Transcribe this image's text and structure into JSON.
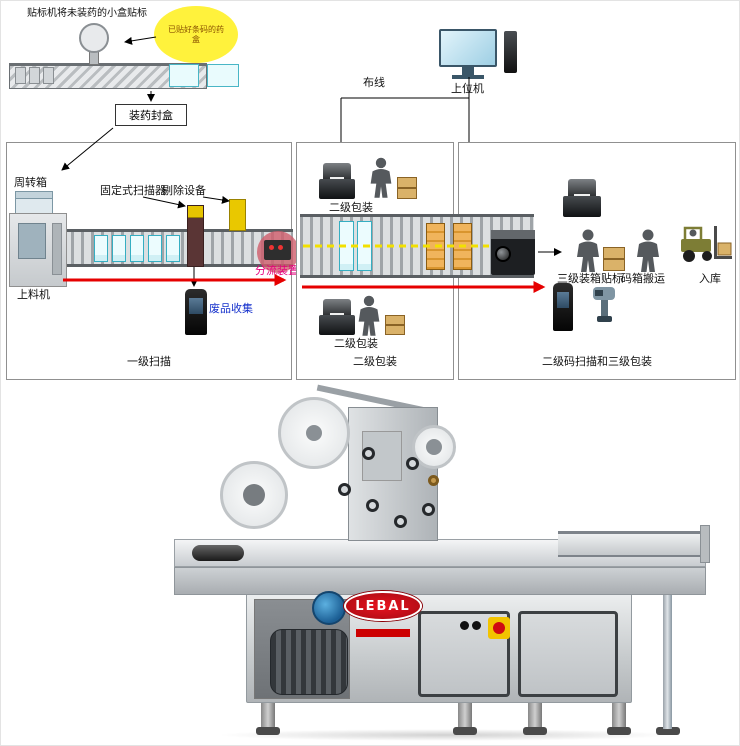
{
  "colors": {
    "arrow_red": "#e60000",
    "highlight_yellow": "#fff23c",
    "diverter_pink": "#e6007e",
    "waste_blue": "#1430cc",
    "brand_red": "#cf0a12"
  },
  "top_diagram": {
    "caption": "贴标机将未装药的小盒贴标",
    "circle_note": "已贴好条码的药盒",
    "fill_box_label": "装药封盒"
  },
  "host": {
    "wiring_label": "布线",
    "host_label": "上位机"
  },
  "panel_primary": {
    "turnover_box": "周转箱",
    "fixed_scanner": "固定式扫描器",
    "reject_device": "剔除设备",
    "feeder": "上料机",
    "diverter": "分流装置",
    "waste_collect": "废品收集",
    "caption": "一级扫描"
  },
  "panel_secondary": {
    "packing_top": "二级包装",
    "packing_bottom": "二级包装",
    "caption": "二级包装"
  },
  "panel_tertiary": {
    "case_labeling": "三级装箱贴标",
    "pallet_moving": "码箱搬运",
    "warehouse_in": "入库",
    "caption": "二级码扫描和三级包装"
  },
  "machine": {
    "brand": "LEBAL"
  }
}
